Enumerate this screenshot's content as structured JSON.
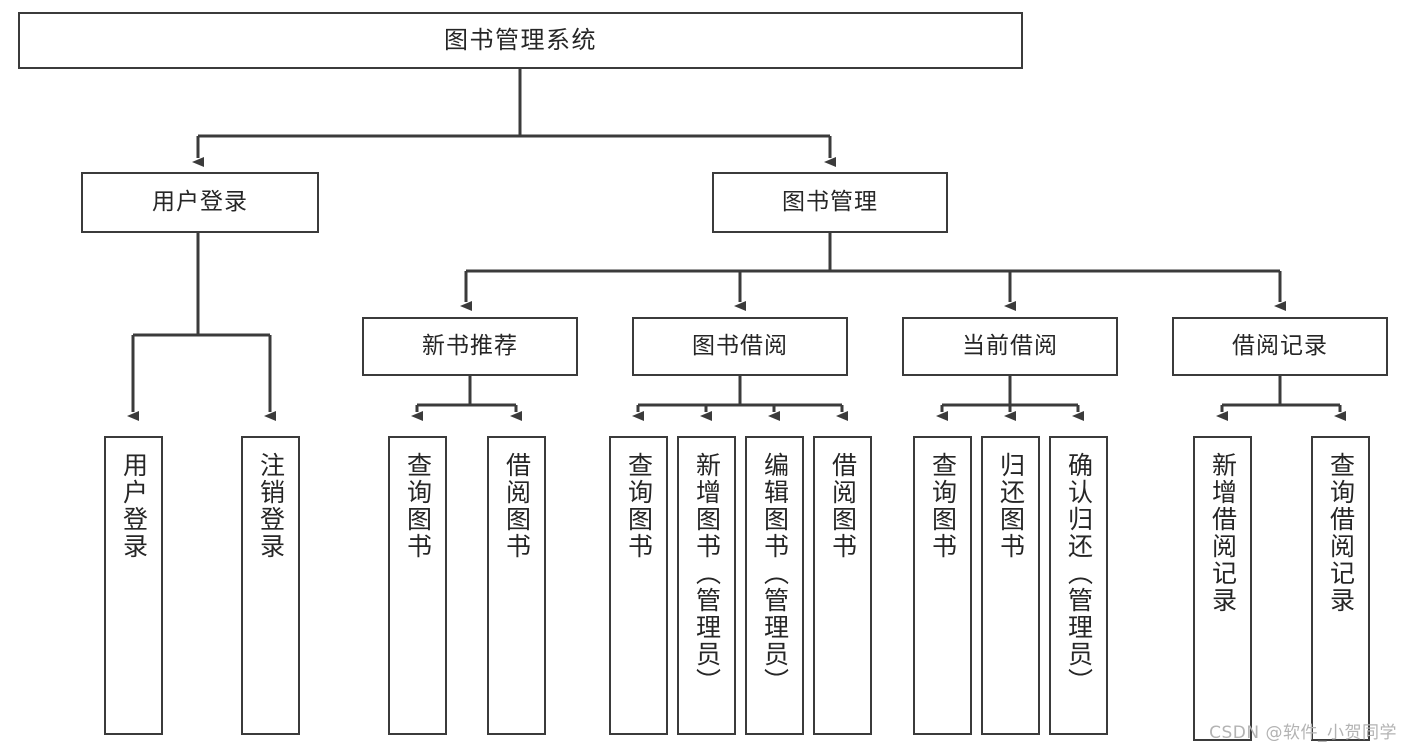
{
  "diagram": {
    "type": "tree",
    "title": "图书管理系统",
    "orientation": "top-down",
    "stroke_color": "#3b3b3b",
    "text_color": "#262626",
    "background": "#ffffff"
  },
  "nodes": {
    "root": {
      "label": "图书管理系统",
      "level": 1
    },
    "user_login": {
      "label": "用户登录",
      "level": 2
    },
    "book_manage": {
      "label": "图书管理",
      "level": 2
    },
    "new_book_rec": {
      "label": "新书推荐",
      "level": 3
    },
    "book_borrow": {
      "label": "图书借阅",
      "level": 3
    },
    "current_borrow": {
      "label": "当前借阅",
      "level": 3
    },
    "borrow_record": {
      "label": "借阅记录",
      "level": 3
    },
    "leaf_1": {
      "label": "用户登录",
      "level": 4
    },
    "leaf_2": {
      "label": "注销登录",
      "level": 4
    },
    "leaf_3": {
      "label": "查询图书",
      "level": 4
    },
    "leaf_4": {
      "label": "借阅图书",
      "level": 4
    },
    "leaf_5": {
      "label": "查询图书",
      "level": 4
    },
    "leaf_6": {
      "label": "新增图书（管理员）",
      "level": 4
    },
    "leaf_7": {
      "label": "编辑图书（管理员）",
      "level": 4
    },
    "leaf_8": {
      "label": "借阅图书",
      "level": 4
    },
    "leaf_9": {
      "label": "查询图书",
      "level": 4
    },
    "leaf_10": {
      "label": "归还图书",
      "level": 4
    },
    "leaf_11": {
      "label": "确认归还（管理员）",
      "level": 4
    },
    "leaf_12": {
      "label": "新增借阅记录",
      "level": 4
    },
    "leaf_13": {
      "label": "查询借阅记录",
      "level": 4
    }
  },
  "watermark": {
    "text": "CSDN @软件_小贺同学"
  }
}
